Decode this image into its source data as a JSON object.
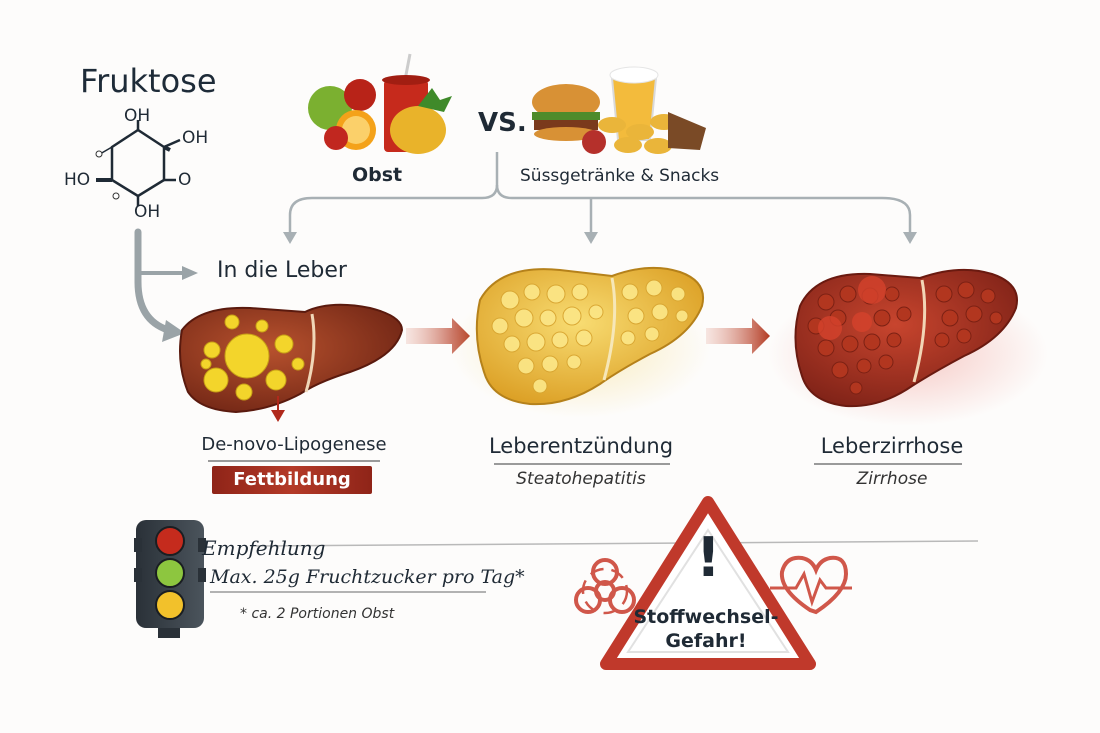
{
  "title": "Fruktose",
  "molecule": {
    "oh_top": "OH",
    "oh_right": "OH",
    "ho_left": "HO",
    "o_ring": "O",
    "oh_bottom": "OH"
  },
  "sources": {
    "fruit_label": "Obst",
    "vs_label": "VS.",
    "snack_label": "Süssgetränke & Snacks"
  },
  "liver_entry": "In die Leber",
  "stages": [
    {
      "title": "De-novo-Lipogenese",
      "badge": "Fettbildung"
    },
    {
      "title": "Leberentzündung",
      "subtitle": "Steatohepatitis"
    },
    {
      "title": "Leberzirrhose",
      "subtitle": "Zirrhose"
    }
  ],
  "recommendation": {
    "title": "Empfehlung",
    "text": "Max. 25g Fruchtzucker pro Tag*",
    "footnote": "* ca. 2 Portionen Obst"
  },
  "warning": {
    "line1": "Stoffwechsel-",
    "line2": "Gefahr!",
    "icon_mark": "!"
  },
  "colors": {
    "flow_arrow": "#9aa3a7",
    "stage_arrow": "#c0392b",
    "badge": "#a8311f",
    "warning_red": "#c0392b",
    "fat": "#f2c531"
  }
}
